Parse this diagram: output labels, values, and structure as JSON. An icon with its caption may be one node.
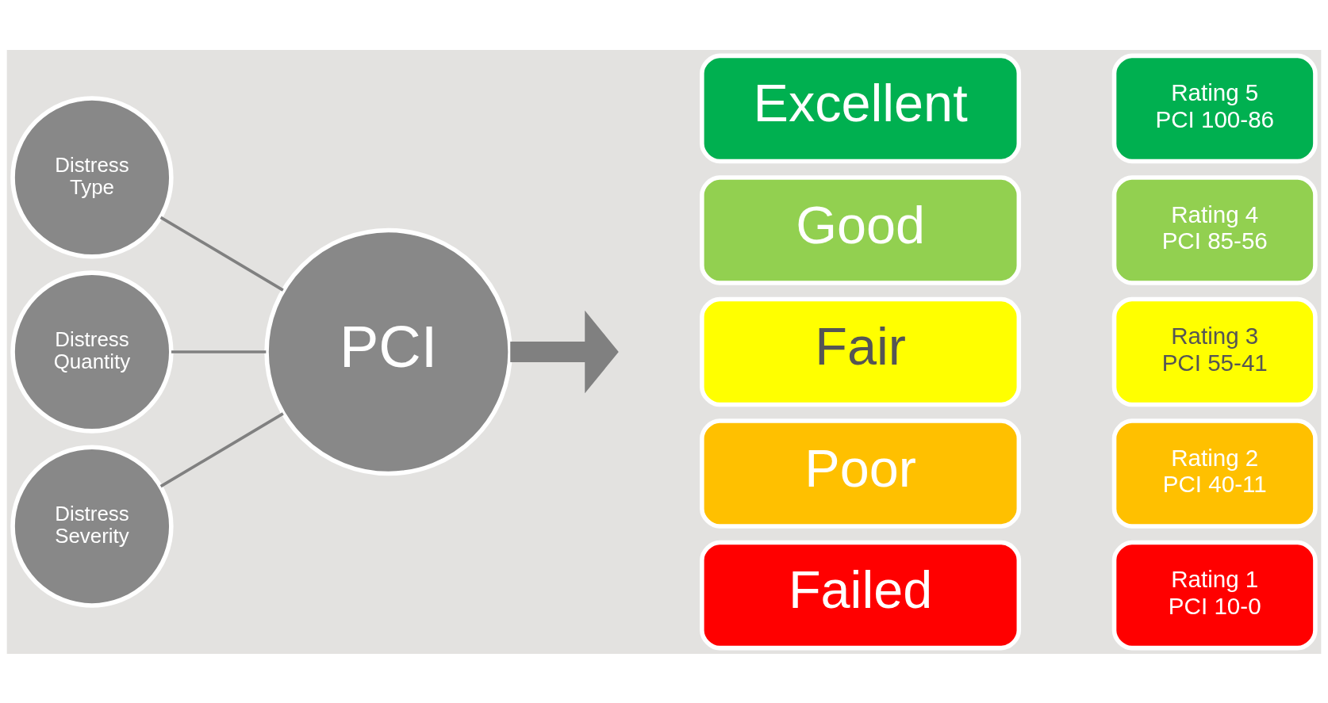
{
  "diagram": {
    "nodes": [
      {
        "text": [
          "Distress Type"
        ]
      },
      {
        "text": [
          "Distress Quantity"
        ]
      },
      {
        "text": [
          "PCI"
        ]
      },
      {
        "text": [
          "Distress Severity"
        ]
      },
      {
        "text": [
          "Excellent"
        ]
      },
      {
        "text": [
          "Rating 5",
          "PCI 100-86"
        ]
      },
      {
        "text": [
          "Good"
        ]
      },
      {
        "text": [
          "Rating 4",
          "PCI 85-56"
        ]
      },
      {
        "text": [
          "Fair"
        ]
      },
      {
        "text": [
          "Rating 3",
          "PCI 55-41"
        ]
      },
      {
        "text": [
          "Poor"
        ]
      },
      {
        "text": [
          "Rating 2",
          "PCI 40-11"
        ]
      },
      {
        "text": [
          "Failed"
        ]
      },
      {
        "text": [
          "Rating 1",
          "PCI 10-0"
        ]
      }
    ],
    "edges": [
      {
        "from": 0,
        "to": 2,
        "arrow": "none"
      },
      {
        "from": 1,
        "to": 2,
        "arrow": "none"
      },
      {
        "from": 3,
        "to": 2,
        "arrow": "none"
      },
      {
        "from": 2,
        "to": null,
        "arrow": "to",
        "style": "thick"
      }
    ]
  }
}
